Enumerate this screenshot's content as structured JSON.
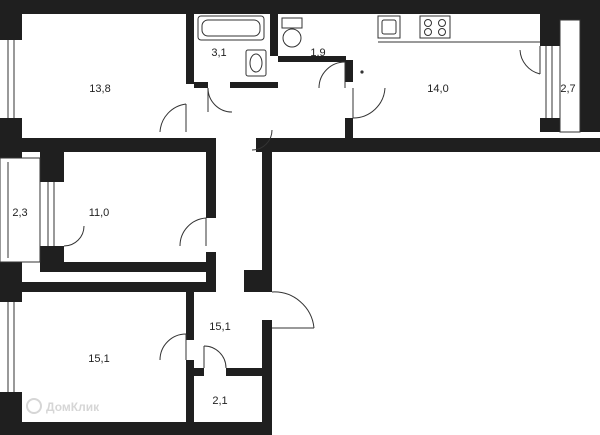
{
  "colors": {
    "wall": "#1f1f1f",
    "thin_line": "#333333",
    "background": "#ffffff",
    "watermark": "#d6d6d6"
  },
  "rooms": [
    {
      "id": "bedroom-top-left",
      "area_label": "13,8"
    },
    {
      "id": "bathroom",
      "area_label": "3,1"
    },
    {
      "id": "toilet",
      "area_label": "1,9"
    },
    {
      "id": "kitchen",
      "area_label": "14,0"
    },
    {
      "id": "balcony-right",
      "area_label": "2,7"
    },
    {
      "id": "balcony-left",
      "area_label": "2,3"
    },
    {
      "id": "bedroom-middle",
      "area_label": "11,0"
    },
    {
      "id": "bedroom-bottom",
      "area_label": "15,1"
    },
    {
      "id": "hallway",
      "area_label": "15,1"
    },
    {
      "id": "storage",
      "area_label": "2,1"
    }
  ],
  "fixtures": [
    "bathtub-icon",
    "sink-icon",
    "toilet-icon",
    "kitchen-sink-icon",
    "stove-icon"
  ],
  "watermark": {
    "text": "ДомКлик"
  }
}
